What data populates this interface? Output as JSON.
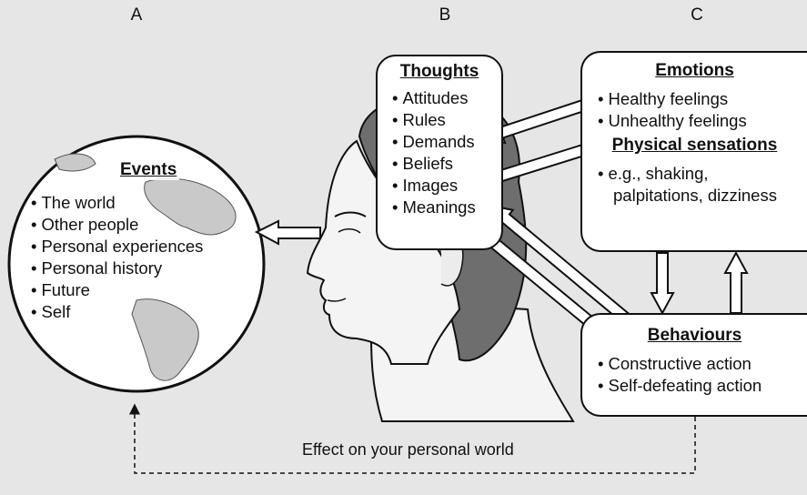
{
  "columns": {
    "a": "A",
    "b": "B",
    "c": "C"
  },
  "events": {
    "title": "Events",
    "items": [
      "The world",
      "Other people",
      "Personal experiences",
      "Personal history",
      "Future",
      "Self"
    ]
  },
  "thoughts": {
    "title": "Thoughts",
    "items": [
      "Attitudes",
      "Rules",
      "Demands",
      "Beliefs",
      "Images",
      "Meanings"
    ]
  },
  "emotions": {
    "title": "Emotions",
    "items": [
      "Healthy feelings",
      "Unhealthy feelings"
    ]
  },
  "physical": {
    "title": "Physical sensations",
    "items": [
      "e.g., shaking,"
    ],
    "continuation": "palpitations, dizziness"
  },
  "behaviours": {
    "title": "Behaviours",
    "items": [
      "Constructive action",
      "Self-defeating action"
    ]
  },
  "footer": "Effect on your personal world",
  "colors": {
    "background": "#e6e6e6",
    "stroke": "#111111",
    "face": "#f4f4f4",
    "hair": "#6e6e6e",
    "land": "#c9c9c9"
  }
}
